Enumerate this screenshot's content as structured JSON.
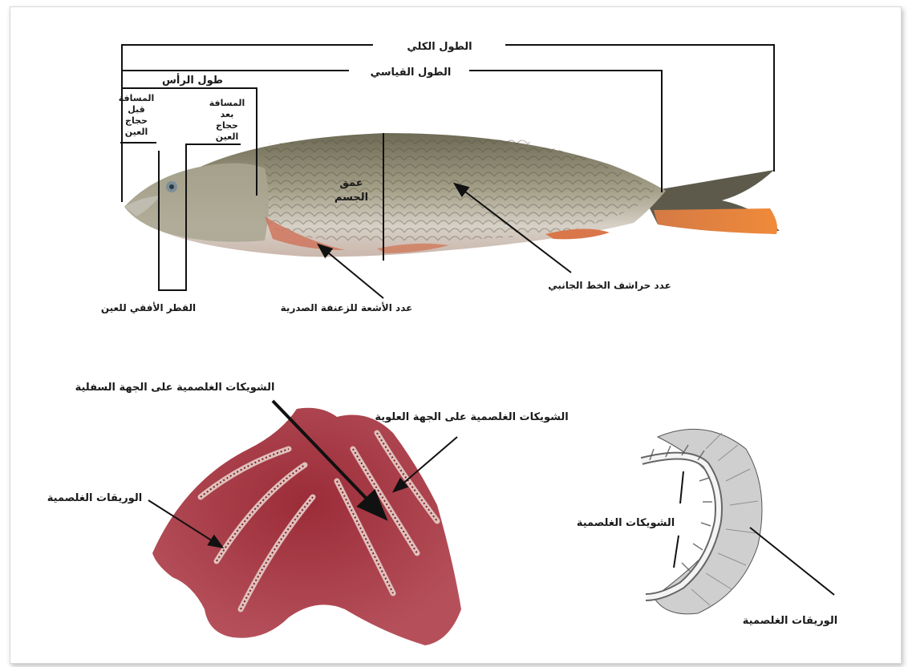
{
  "fish": {
    "total_length": "الطول الكلي",
    "standard_length": "الطول القياسي",
    "head_length": "طول الرأس",
    "preorbital_lines": [
      "المسافة",
      "قبل",
      "حجاج",
      "العين"
    ],
    "postorbital_lines": [
      "المسافة",
      "بعد",
      "حجاج",
      "العين"
    ],
    "body_depth_lines": [
      "عمق",
      "الجسم"
    ],
    "eye_diameter": "القطر الأفقي للعين",
    "pectoral_rays": "عدد الأشعة للزعنفة الصدرية",
    "lateral_line_scales": "عدد حراشف الخط الجانبي"
  },
  "gill_arch_photo": {
    "lower_rakers": "الشويكات الغلصمية على الجهة السفلية",
    "upper_rakers": "الشويكات الغلصمية على الجهة العلوية",
    "filaments": "الوريقات الغلصمية"
  },
  "gill_arch_drawing": {
    "rakers": "الشويكات الغلصمية",
    "filaments": "الوريقات الغلصمية"
  },
  "colors": {
    "fish_body": "#8f8a72",
    "fish_belly": "#d9d3cd",
    "fin_orange": "#e07a3a",
    "gill_tissue": "#a8343e",
    "line": "#111111"
  }
}
